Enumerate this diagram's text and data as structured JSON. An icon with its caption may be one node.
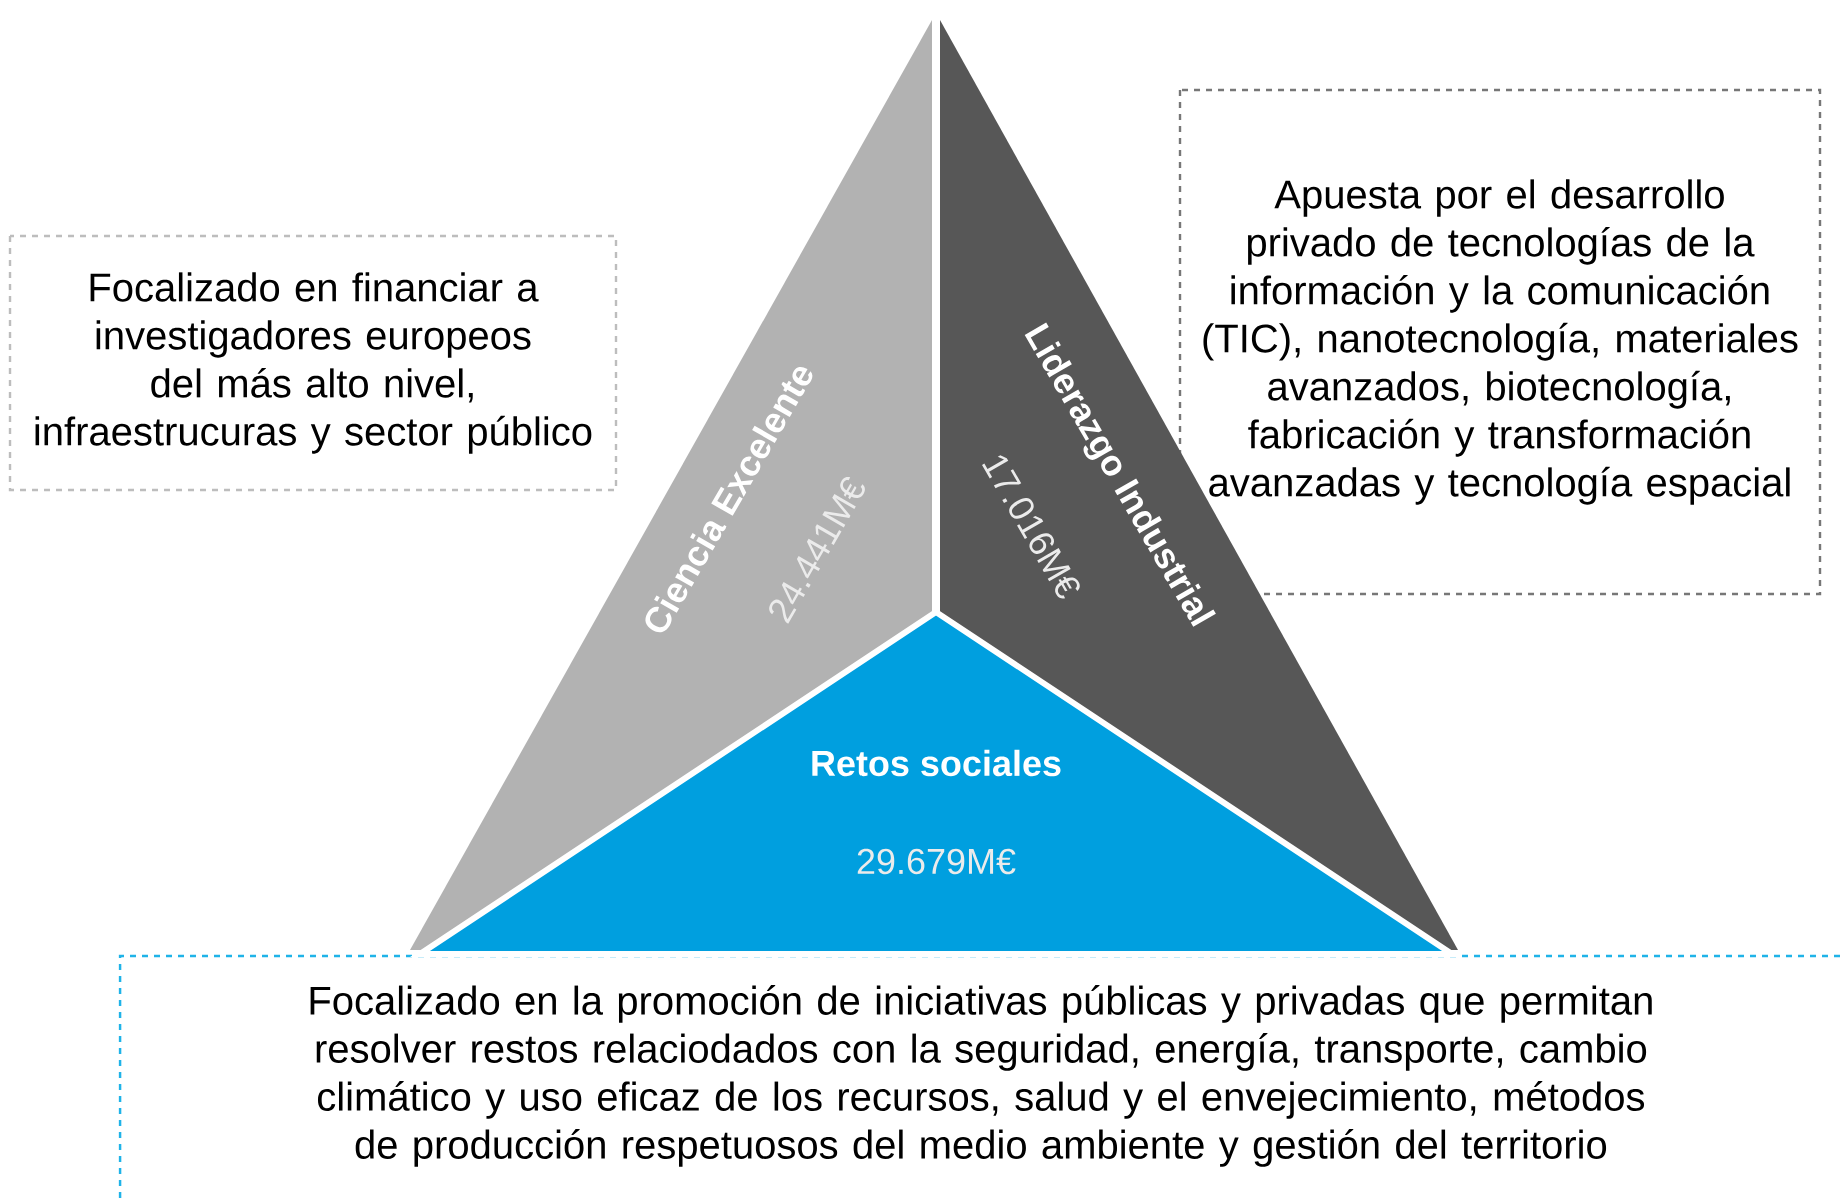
{
  "diagram": {
    "nodes": [
      {
        "text": [
          "Focalizado en financiar a investigadores europeos del más alto nivel, infraestrucuras y sector público"
        ]
      },
      {
        "text": [
          "Ciencia Excelente",
          "24.441M€"
        ]
      },
      {
        "text": [
          "Liderazgo Industrial",
          "17.016M€"
        ]
      },
      {
        "text": [
          "Apuesta por el desarrollo privado de tecnologías de la información y la comunicación (TIC), nanotecnología, materiales avanzados, biotecnología, fabricación y transformación avanzadas y tecnología espacial"
        ]
      },
      {
        "text": [
          "Retos sociales",
          "29.679M€"
        ]
      },
      {
        "text": [
          "Focalizado en la promoción de iniciativas públicas y privadas que permitan resolver restos relaciodados con la seguridad, energía, transporte, cambio climático y uso eficaz de los recursos, salud y el envejecimiento, métodos de producción respetuosos del medio ambiente y gestión del territorio"
        ]
      }
    ]
  }
}
